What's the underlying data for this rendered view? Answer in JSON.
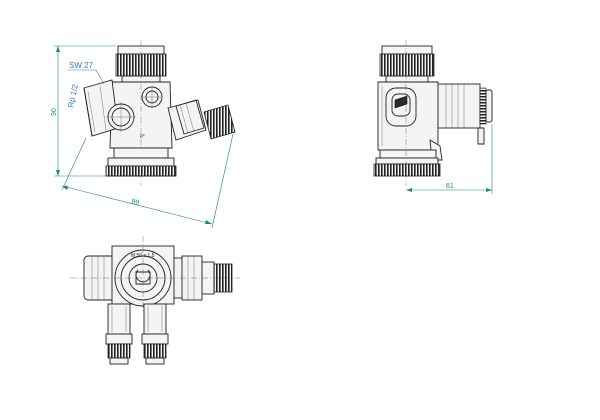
{
  "drawing": {
    "front_view": {
      "dim_height": "90",
      "dim_diagonal": "99",
      "wrench_size": "SW 27",
      "thread_label": "Rp 1/2",
      "angle_mark": "0°"
    },
    "side_view": {
      "dim_width": "61"
    },
    "top_view": {
      "cap_marking": "M 50 x 1,5"
    }
  },
  "colors": {
    "outline": "#222222",
    "dimension": "#1a8a7a",
    "callout": "#3a7ac8",
    "knurl": "#2a2a2a"
  }
}
